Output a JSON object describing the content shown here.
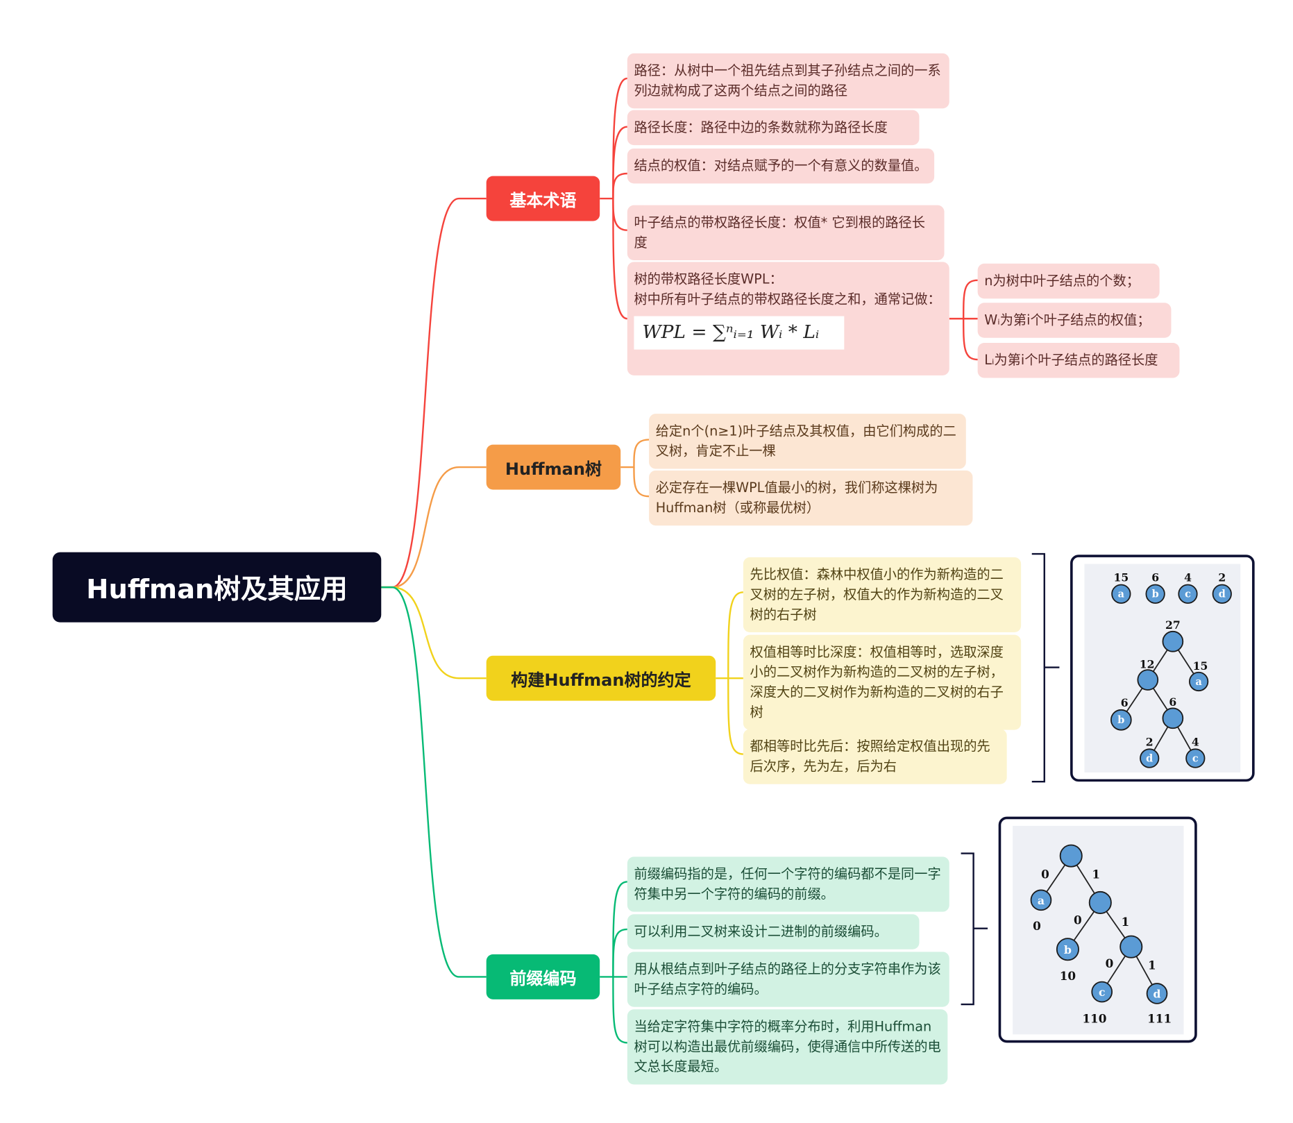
{
  "root": {
    "title": "Huffman树及其应用"
  },
  "topics": {
    "basic_terms": {
      "label": "基本术语",
      "notes": [
        "路径：从树中一个祖先结点到其子孙结点之间的一系列边就构成了这两个结点之间的路径",
        "路径长度：路径中边的条数就称为路径长度",
        "结点的权值：对结点赋予的一个有意义的数量值。",
        "叶子结点的带权路径长度：权值* 它到根的路径长度"
      ],
      "wpl": {
        "lines": [
          "树的带权路径长度WPL：",
          "树中所有叶子结点的带权路径长度之和，通常记做："
        ],
        "formula": "WPL = ∑ⁿᵢ₌₁ Wᵢ * Lᵢ",
        "subnotes": [
          "n为树中叶子结点的个数；",
          "Wᵢ为第i个叶子结点的权值；",
          "Lᵢ为第i个叶子结点的路径长度"
        ]
      }
    },
    "huffman_tree": {
      "label": "Huffman树",
      "notes": [
        "给定n个(n≥1)叶子结点及其权值，由它们构成的二叉树，肯定不止一棵",
        "必定存在一棵WPL值最小的树，我们称这棵树为Huffman树（或称最优树）"
      ]
    },
    "construct_rules": {
      "label": "构建Huffman树的约定",
      "notes": [
        "先比权值：森林中权值小的作为新构造的二叉树的左子树，权值大的作为新构造的二叉树的右子树",
        "权值相等时比深度：权值相等时，选取深度小的二叉树作为新构造的二叉树的左子树，深度大的二叉树作为新构造的二叉树的右子树",
        "都相等时比先后：按照给定权值出现的先后次序，先为左，后为右"
      ],
      "figure": {
        "forest": [
          {
            "weight": "15",
            "letter": "a"
          },
          {
            "weight": "6",
            "letter": "b"
          },
          {
            "weight": "4",
            "letter": "c"
          },
          {
            "weight": "2",
            "letter": "d"
          }
        ],
        "tree_weights": [
          "27",
          "12",
          "15",
          "6",
          "6",
          "2",
          "4"
        ],
        "tree_letters": [
          "a",
          "b",
          "d",
          "c"
        ]
      }
    },
    "prefix_code": {
      "label": "前缀编码",
      "notes": [
        "前缀编码指的是，任何一个字符的编码都不是同一字符集中另一个字符的编码的前缀。",
        "可以利用二叉树来设计二进制的前缀编码。",
        "用从根结点到叶子结点的路径上的分支字符串作为该叶子结点字符的编码。",
        "当给定字符集中字符的概率分布时，利用Huffman树可以构造出最优前缀编码，使得通信中所传送的电文总长度最短。"
      ],
      "figure": {
        "edge_labels": [
          "0",
          "1",
          "0",
          "1",
          "0",
          "1"
        ],
        "letters": [
          "a",
          "b",
          "c",
          "d"
        ],
        "codes": [
          "0",
          "10",
          "110",
          "111"
        ]
      }
    }
  }
}
